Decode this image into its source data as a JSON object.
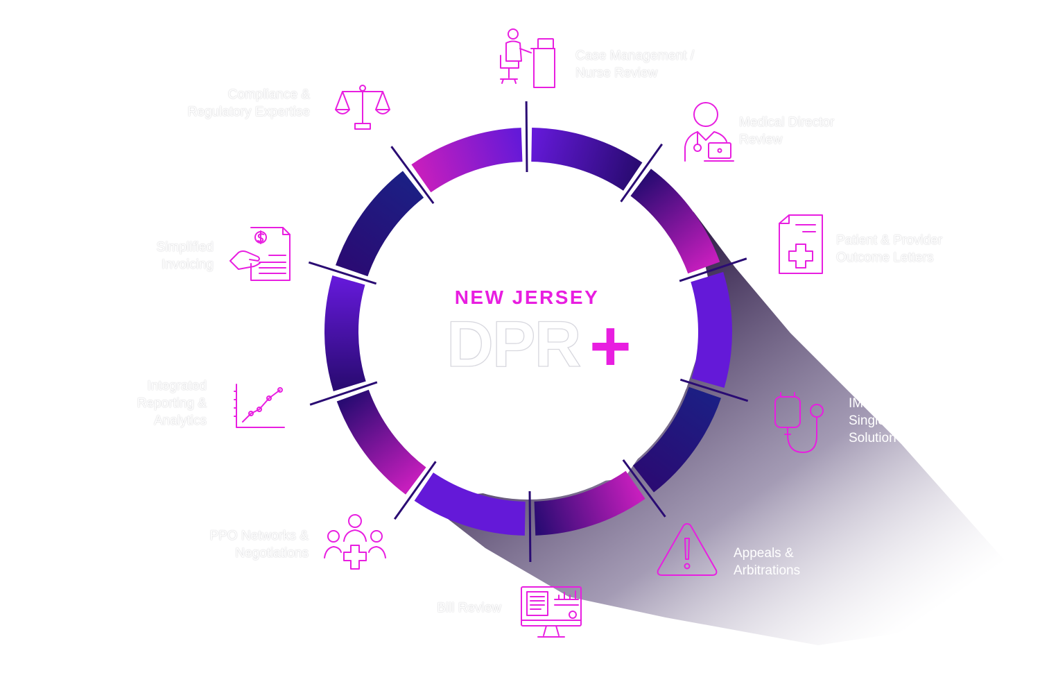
{
  "diagram": {
    "eyebrow": "NEW JERSEY",
    "logo_text": "DPR",
    "logo_symbol": "+",
    "accent_color": "#e81ee0",
    "ring_colors": [
      "#2a0b73",
      "#6419d8",
      "#c61ebd",
      "#1c1f84"
    ],
    "services": [
      {
        "icon": "desk-worker-icon",
        "lines": [
          "Case Management /",
          "Nurse Review"
        ]
      },
      {
        "icon": "doctor-laptop-icon",
        "lines": [
          "Medical Director",
          "Review"
        ]
      },
      {
        "icon": "medical-document-icon",
        "lines": [
          "Patient & Provider",
          "Outcome Letters"
        ]
      },
      {
        "icon": "iv-stethoscope-icon",
        "lines": [
          "IME –",
          "Single",
          "Solution"
        ]
      },
      {
        "icon": "warning-triangle-icon",
        "lines": [
          "Appeals &",
          "Arbitrations"
        ]
      },
      {
        "icon": "bill-monitor-icon",
        "lines": [
          "Bill Review"
        ]
      },
      {
        "icon": "group-medical-icon",
        "lines": [
          "PPO Networks &",
          "Negotiations"
        ]
      },
      {
        "icon": "line-chart-icon",
        "lines": [
          "Integrated",
          "Reporting &",
          "Analytics"
        ]
      },
      {
        "icon": "invoice-hand-icon",
        "lines": [
          "Simplified",
          "Invoicing"
        ]
      },
      {
        "icon": "scales-icon",
        "lines": [
          "Compliance &",
          "Regulatory Expertise"
        ]
      }
    ]
  }
}
